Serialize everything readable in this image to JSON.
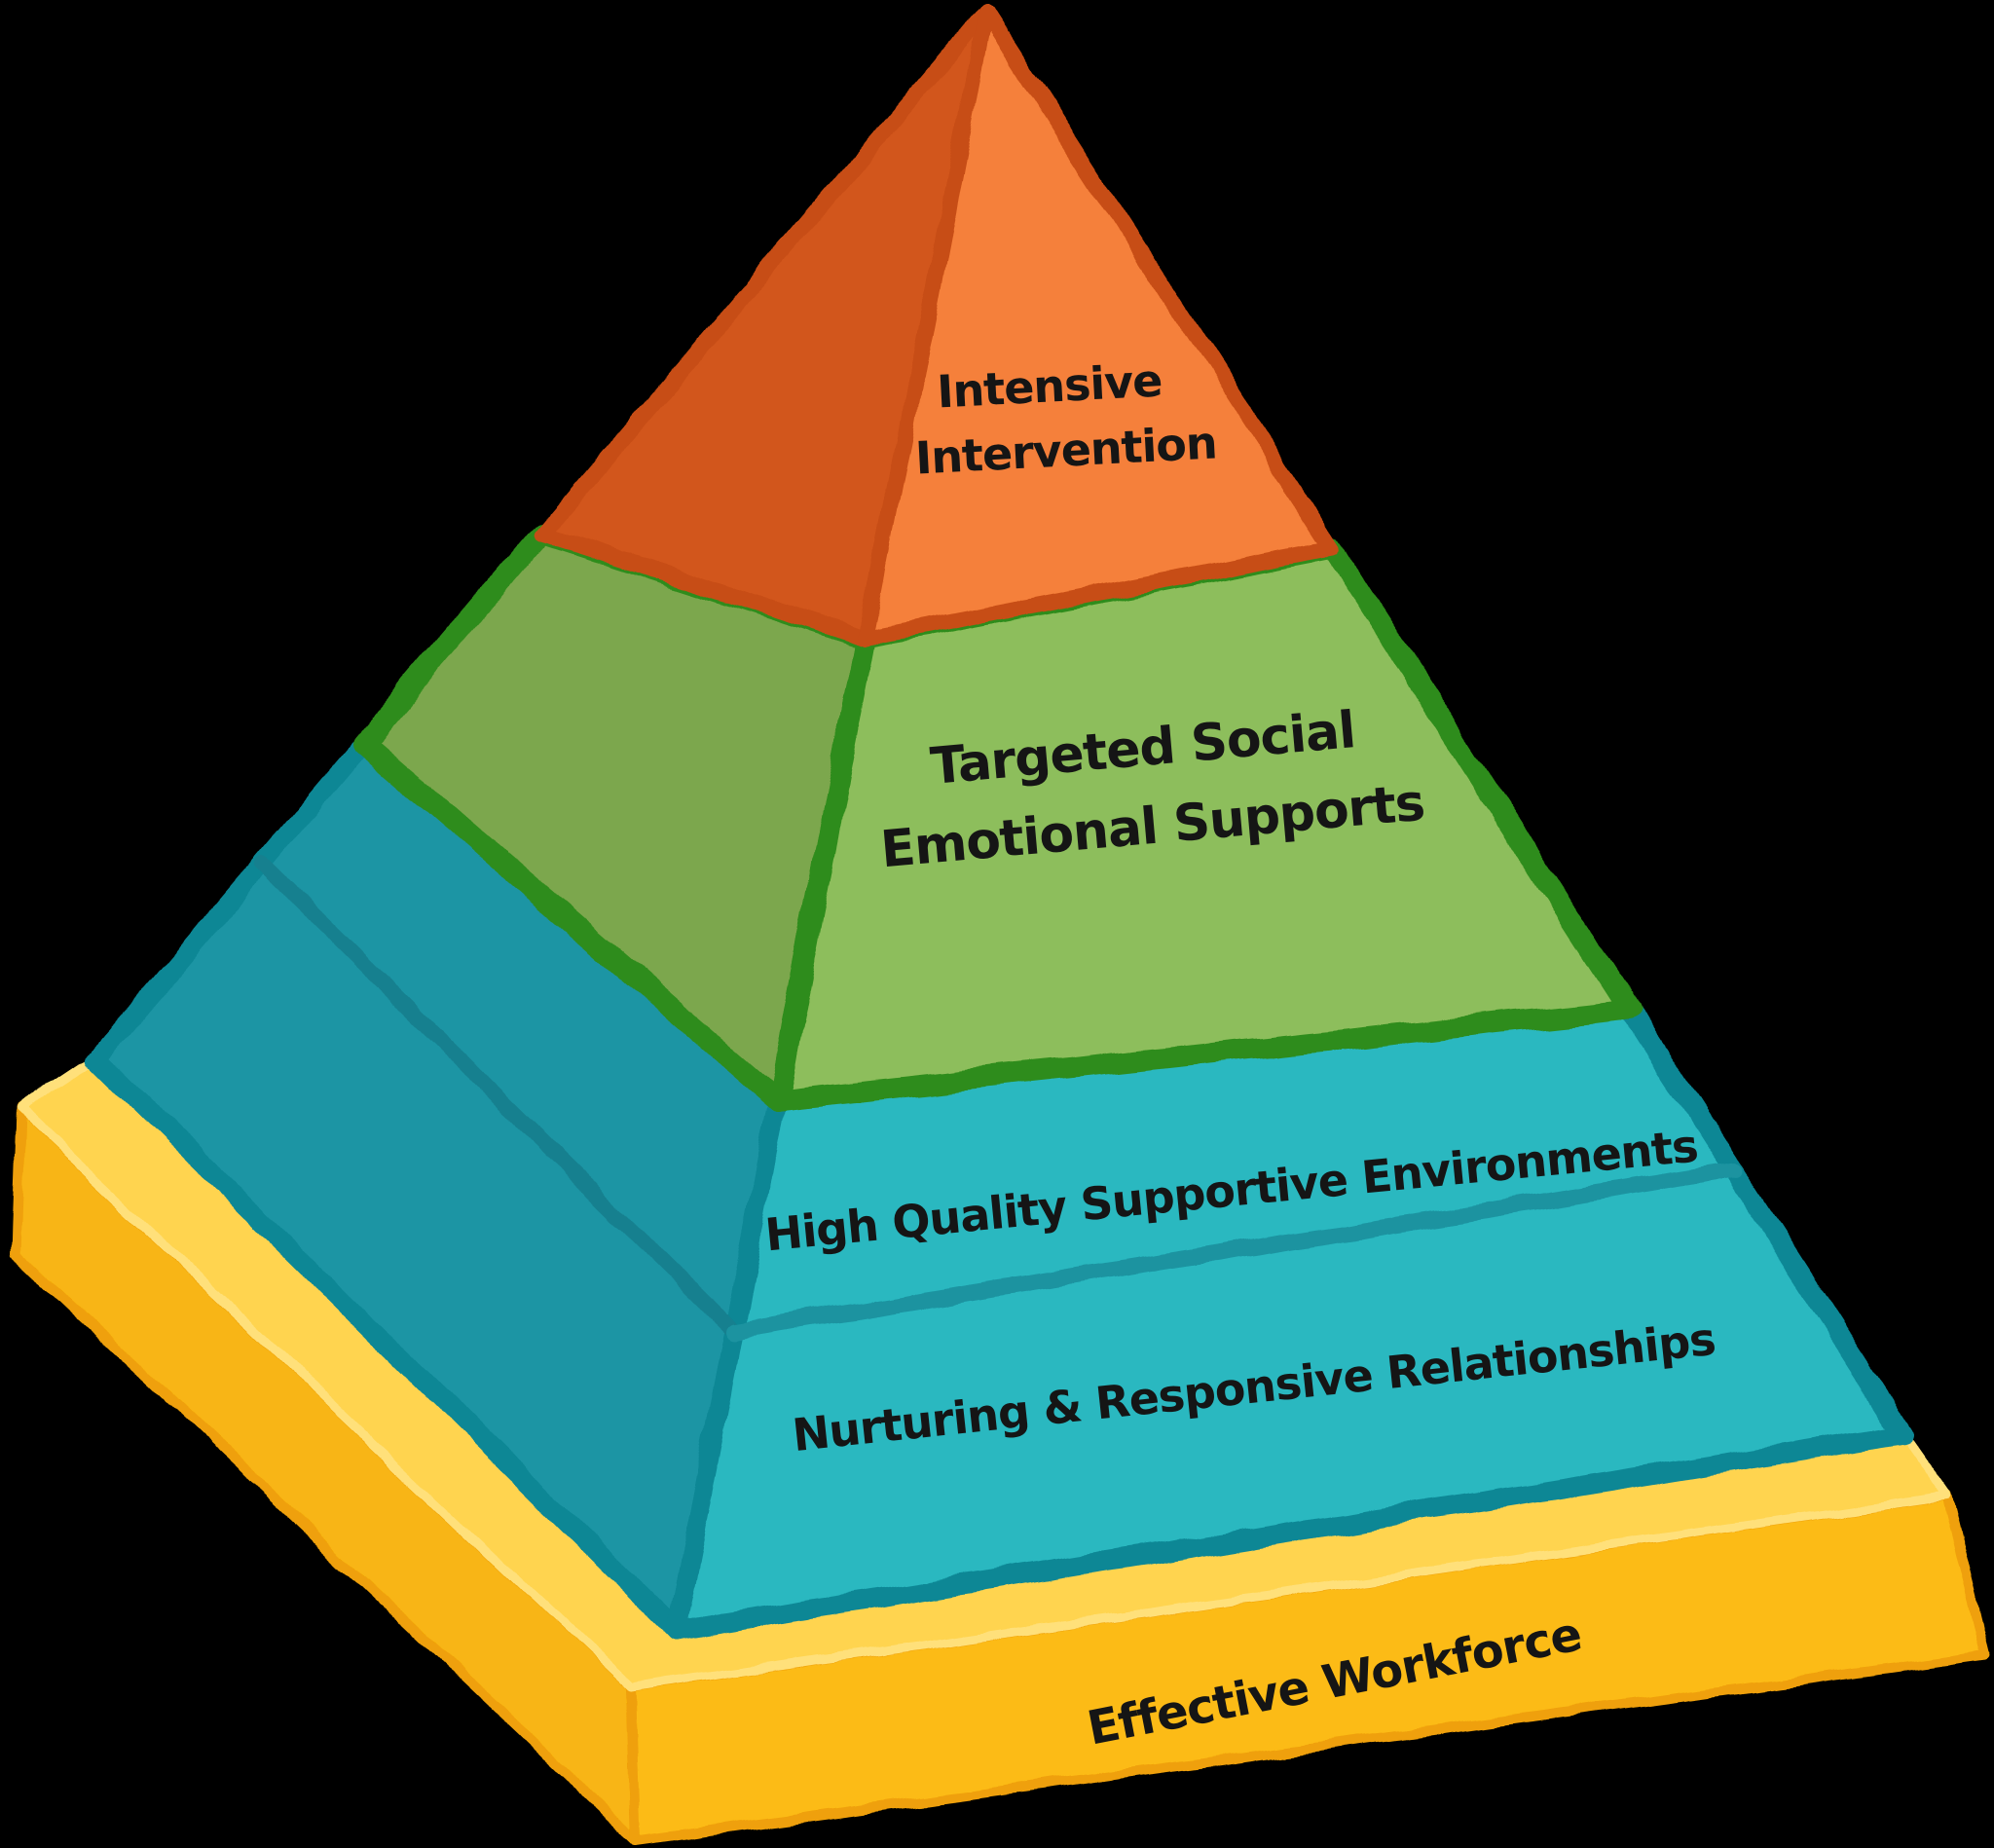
{
  "diagram": {
    "kind": "pyramid-model-3d",
    "background_color": "#000000",
    "text_color": "#151515",
    "levels": [
      {
        "id": "intensive-intervention",
        "lines": [
          "Intensive",
          "Intervention"
        ],
        "front_color": "#F5803B",
        "side_color": "#D2571D",
        "edge_color": "#C74D13"
      },
      {
        "id": "targeted-social-emotional-supports",
        "lines": [
          "Targeted Social",
          "Emotional Supports"
        ],
        "front_color": "#8DBE5B",
        "side_color": "#7CA74D",
        "edge_color": "#2F8C1B"
      },
      {
        "id": "high-quality-supportive-environments",
        "lines": [
          "High Quality Supportive Environments"
        ],
        "front_color": "#29B8C0",
        "side_color": "#1E95A4",
        "edge_color": "#0D8795",
        "divider_front_color": "#1A93A0",
        "divider_side_color": "#15808F"
      },
      {
        "id": "nurturing-responsive-relationships",
        "lines": [
          "Nurturing & Responsive Relationships"
        ],
        "front_color": "#29B8C0",
        "side_color": "#1E95A4",
        "edge_color": "#0D8795"
      },
      {
        "id": "effective-workforce",
        "lines": [
          "Effective Workforce"
        ],
        "top_color": "#FFD44F",
        "front_color": "#FCBB16",
        "side_color": "#F8B512",
        "edge_color": "#EFA007",
        "rim_highlight_color": "#FFE07A"
      }
    ]
  }
}
